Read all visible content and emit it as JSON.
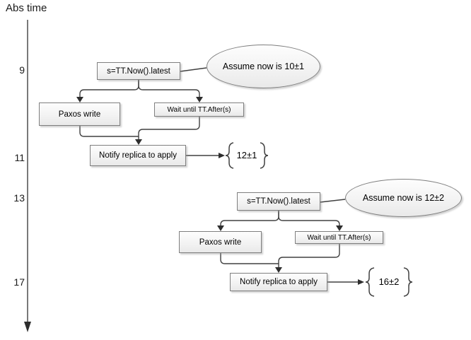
{
  "colors": {
    "line": "#404040",
    "box_border": "#7f7f7f",
    "box_fill_top": "#fdfdfd",
    "box_fill_bottom": "#e9e9e9",
    "text": "#000000"
  },
  "axis": {
    "label": "Abs time",
    "ticks": [
      "9",
      "11",
      "13",
      "17"
    ]
  },
  "flows": [
    {
      "timestamp_assign": "s=TT.Now().latest",
      "assumption": "Assume now is 10±1",
      "paxos": "Paxos write",
      "wait": "Wait until TT.After(s)",
      "notify": "Notify replica to apply",
      "commit_time": "12±1"
    },
    {
      "timestamp_assign": "s=TT.Now().latest",
      "assumption": "Assume now is 12±2",
      "paxos": "Paxos write",
      "wait": "Wait until TT.After(s)",
      "notify": "Notify replica to apply",
      "commit_time": "16±2"
    }
  ]
}
